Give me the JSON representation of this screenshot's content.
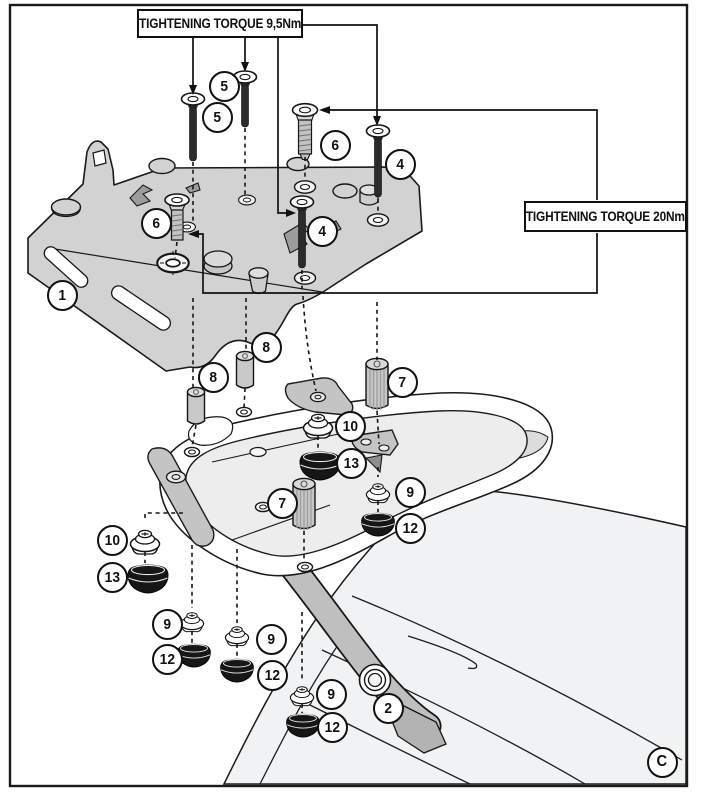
{
  "figure": {
    "torque_top": "TIGHTENING TORQUE 9,5Nm",
    "torque_right": "TIGHTENING TORQUE 20Nm",
    "letter": "C"
  },
  "callouts": [
    {
      "part": "1",
      "label": "1"
    },
    {
      "part": "2",
      "label": "2"
    },
    {
      "part": "4-right",
      "label": "4"
    },
    {
      "part": "4-middle",
      "label": "4"
    },
    {
      "part": "5-left",
      "label": "5"
    },
    {
      "part": "5-right",
      "label": "5"
    },
    {
      "part": "6-right",
      "label": "6"
    },
    {
      "part": "6-left",
      "label": "6"
    },
    {
      "part": "7-right",
      "label": "7"
    },
    {
      "part": "7-left",
      "label": "7"
    },
    {
      "part": "8-upper",
      "label": "8"
    },
    {
      "part": "8-lower",
      "label": "8"
    },
    {
      "part": "9-middle",
      "label": "9"
    },
    {
      "part": "9-left",
      "label": "9"
    },
    {
      "part": "9-center",
      "label": "9"
    },
    {
      "part": "9-bottom",
      "label": "9"
    },
    {
      "part": "10-middle",
      "label": "10"
    },
    {
      "part": "10-left",
      "label": "10"
    },
    {
      "part": "12-middle",
      "label": "12"
    },
    {
      "part": "12-left",
      "label": "12"
    },
    {
      "part": "12-center",
      "label": "12"
    },
    {
      "part": "12-bottom",
      "label": "12"
    },
    {
      "part": "13-middle",
      "label": "13"
    },
    {
      "part": "13-left",
      "label": "13"
    }
  ]
}
